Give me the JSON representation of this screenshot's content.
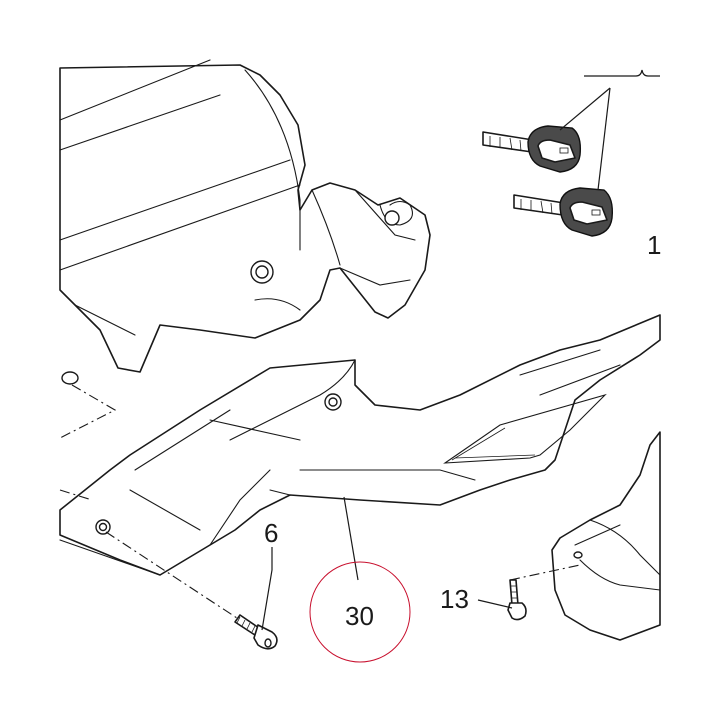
{
  "diagram": {
    "callouts": [
      {
        "id": "1",
        "label": "1"
      },
      {
        "id": "6",
        "label": "6"
      },
      {
        "id": "13",
        "label": "13"
      },
      {
        "id": "30",
        "label": "30"
      }
    ],
    "highlight": {
      "target": "30",
      "color": "#c8102e"
    }
  }
}
